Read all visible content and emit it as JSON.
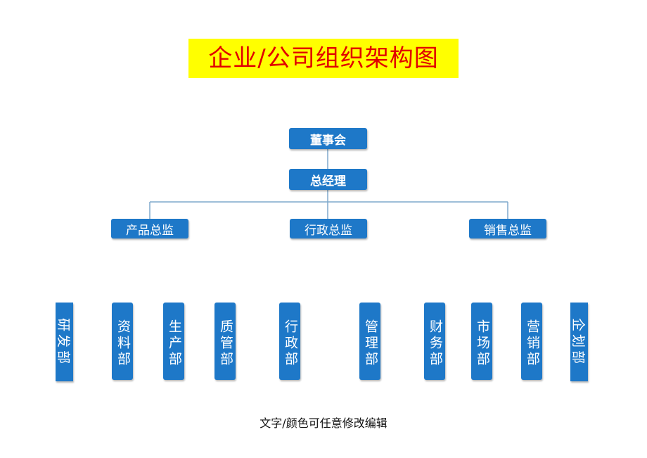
{
  "title": "企业/公司组织架构图",
  "colors": {
    "title_text": "#e10000",
    "title_background": "#ffff00",
    "box": "#1e78c8",
    "box_text": "#ffffff",
    "connector": "#7fa9cc"
  },
  "org": {
    "board": "董事会",
    "general_manager": "总经理",
    "directors": [
      "产品总监",
      "行政总监",
      "销售总监"
    ],
    "departments": [
      "研发部",
      "资料部",
      "生产部",
      "质管部",
      "行政部",
      "管理部",
      "财务部",
      "市场部",
      "营销部",
      "企划部"
    ]
  },
  "footer": "文字/颜色可任意修改编辑"
}
